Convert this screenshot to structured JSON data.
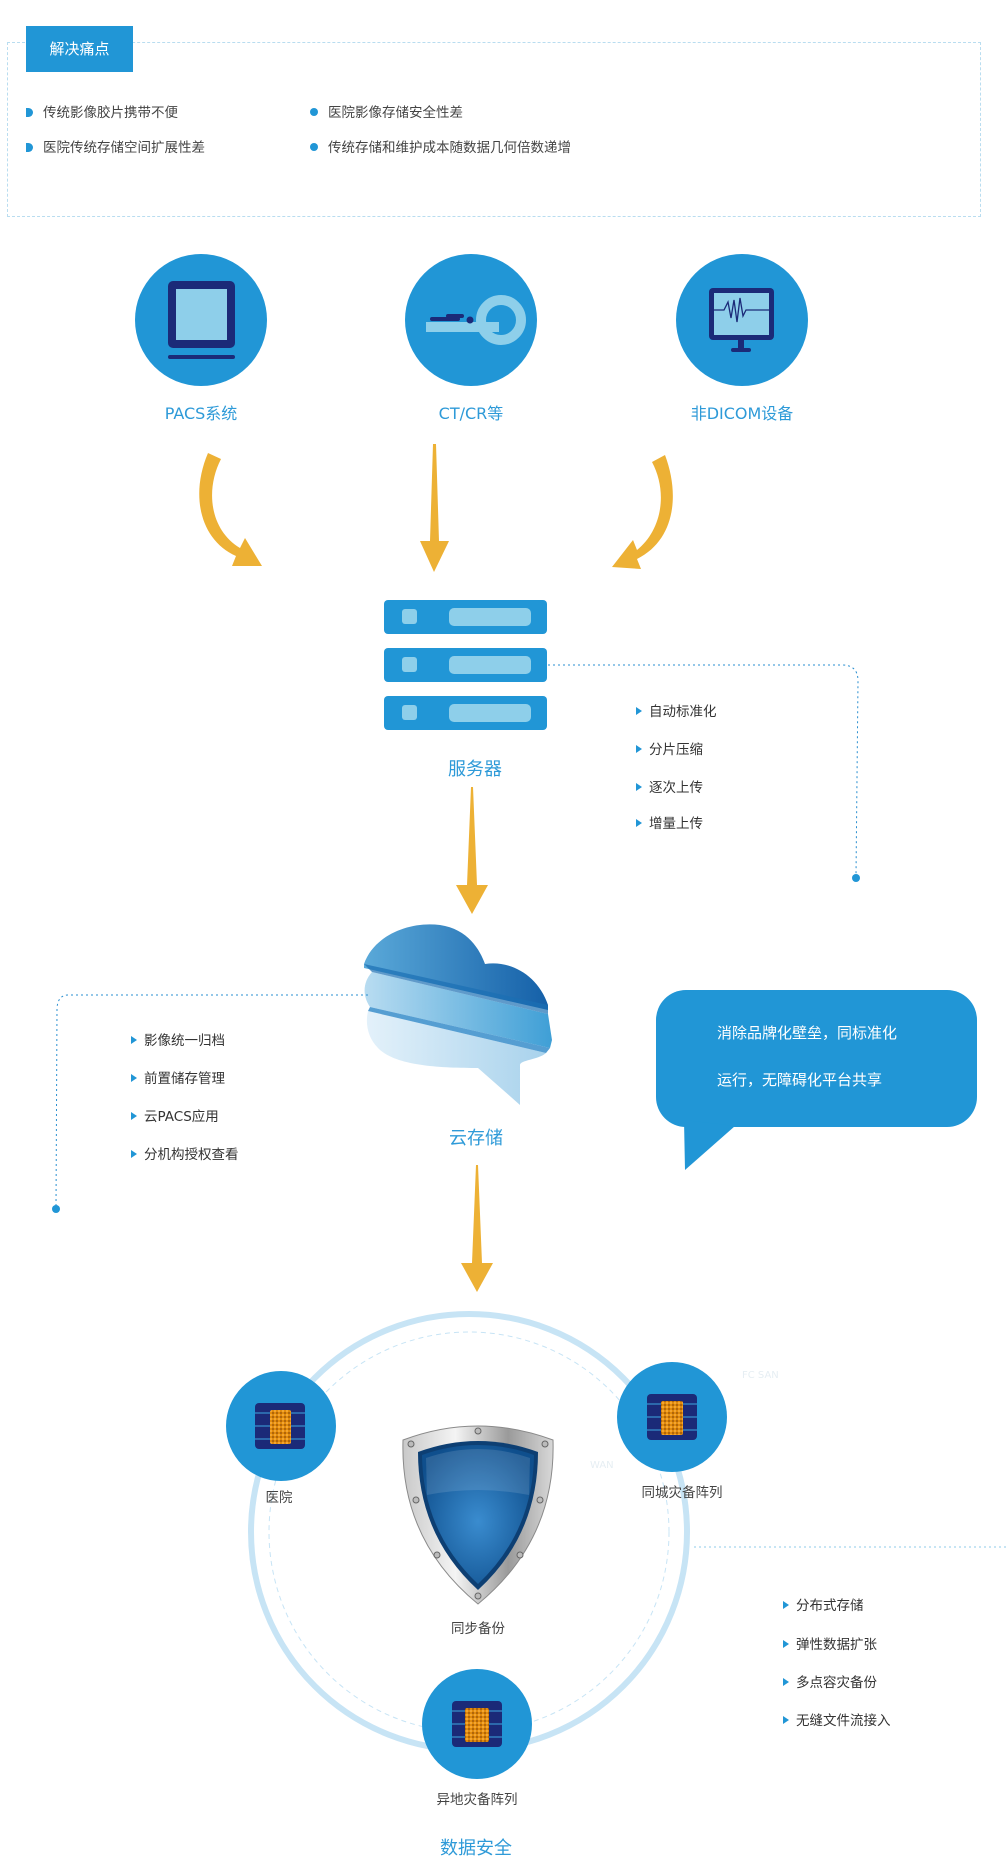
{
  "header": {
    "tag_label": "解决痛点"
  },
  "pain_points": [
    "传统影像胶片携带不便",
    "医院传统存储空间扩展性差",
    "医院影像存储安全性差",
    "传统存储和维护成本随数据几何倍数递增"
  ],
  "sources": [
    {
      "label": "PACS系统",
      "icon": "monitor-icon"
    },
    {
      "label": "CT/CR等",
      "icon": "ct-scanner-icon"
    },
    {
      "label": "非DICOM设备",
      "icon": "ecg-monitor-icon"
    }
  ],
  "server": {
    "label": "服务器",
    "features": [
      "自动标准化",
      "分片压缩",
      "逐次上传",
      "增量上传"
    ]
  },
  "cloud": {
    "label": "云存储",
    "features": [
      "影像统一归档",
      "前置储存管理",
      "云PACS应用",
      "分机构授权查看"
    ],
    "bubble_lines": [
      "消除品牌化壁垒，同标准化",
      "运行，无障碍化平台共享"
    ]
  },
  "security": {
    "title": "数据安全",
    "center_label": "同步备份",
    "nodes": [
      {
        "label": "医院"
      },
      {
        "label": "同城灾备阵列"
      },
      {
        "label": "异地灾备阵列"
      }
    ],
    "link_labels": {
      "wan": "WAN",
      "fc_san": "FC SAN"
    },
    "features": [
      "分布式存储",
      "弹性数据扩张",
      "多点容灾备份",
      "无缝文件流接入"
    ]
  },
  "colors": {
    "primary": "#2196D6",
    "light": "#8ECFEA",
    "dark": "#1B2A78",
    "arrow": "#EDB135",
    "ring": "#C7E4F5"
  }
}
